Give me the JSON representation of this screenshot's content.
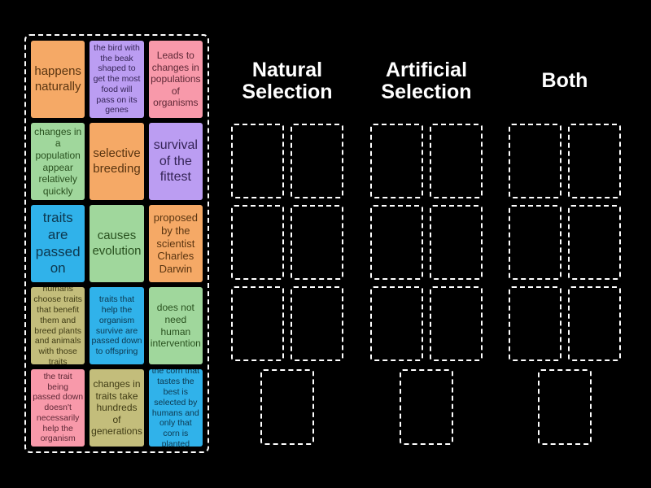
{
  "palette": {
    "background": "#000000",
    "dashed_border": "#ffffff",
    "header_text": "#ffffff",
    "card_orange": "#f5a966",
    "card_purple": "#bb9df2",
    "card_pink": "#f899aa",
    "card_green": "#a0d79c",
    "card_blue": "#30b2ea",
    "card_olive": "#c3bd7b"
  },
  "tray": {
    "cards": [
      {
        "text": "happens naturally",
        "color": "orange"
      },
      {
        "text": "the bird with the beak shaped to get the most food will pass on its genes",
        "color": "purple"
      },
      {
        "text": "Leads to changes in populations of organisms",
        "color": "pink"
      },
      {
        "text": "changes in a population appear relatively quickly",
        "color": "green"
      },
      {
        "text": "selective breeding",
        "color": "orange"
      },
      {
        "text": "survival of the fittest",
        "color": "purple"
      },
      {
        "text": "traits are passed on",
        "color": "blue"
      },
      {
        "text": "causes evolution",
        "color": "green"
      },
      {
        "text": "proposed by the scientist Charles Darwin",
        "color": "orange"
      },
      {
        "text": "humans choose traits that benefit them and breed plants and animals with those traits",
        "color": "olive"
      },
      {
        "text": "traits that help the organism survive are passed down to offspring",
        "color": "blue"
      },
      {
        "text": "does not need human intervention",
        "color": "green"
      },
      {
        "text": "the trait being passed down doesn't necessarily help the organism",
        "color": "pink"
      },
      {
        "text": "changes in traits take hundreds of generations",
        "color": "olive"
      },
      {
        "text": "the corn that tastes the best is selected by humans and only that corn is planted",
        "color": "blue"
      }
    ]
  },
  "groups": [
    {
      "label": "Natural Selection",
      "grid_slots": 6,
      "extra_slots": 1
    },
    {
      "label": "Artificial Selection",
      "grid_slots": 6,
      "extra_slots": 1
    },
    {
      "label": "Both",
      "grid_slots": 6,
      "extra_slots": 1
    }
  ]
}
